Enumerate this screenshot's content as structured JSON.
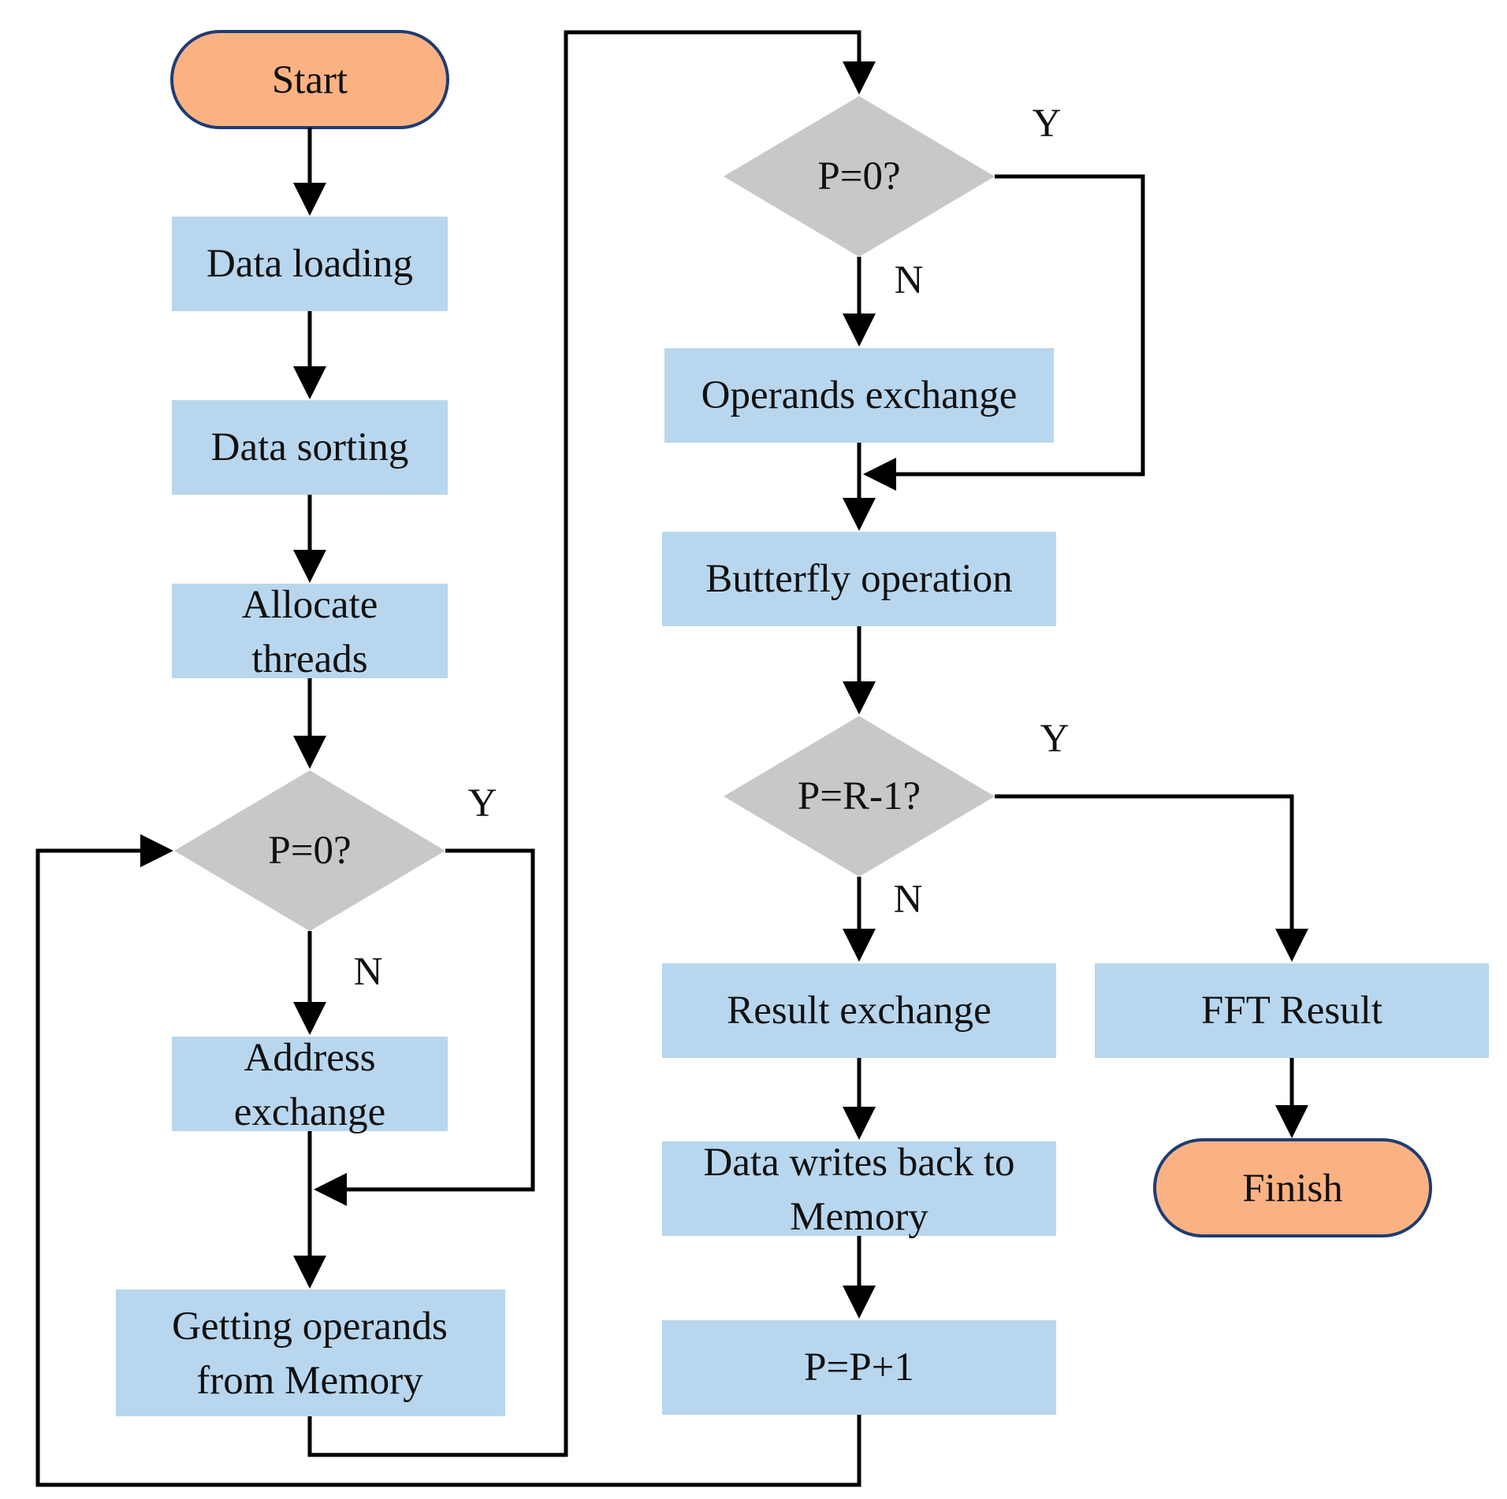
{
  "colors": {
    "terminal_fill": "#fbb283",
    "terminal_stroke": "#1f3c73",
    "process_fill": "#b8d7ee",
    "decision_fill": "#c8c8c8",
    "line": "#000000"
  },
  "nodes": {
    "start": {
      "label": "Start"
    },
    "data_loading": {
      "label": "Data loading"
    },
    "data_sorting": {
      "label": "Data sorting"
    },
    "allocate_threads": {
      "label_line1": "Allocate",
      "label_line2": "threads"
    },
    "decision_p0_left": {
      "label": "P=0?"
    },
    "address_exchange": {
      "label_line1": "Address",
      "label_line2": "exchange"
    },
    "getting_operands": {
      "label_line1": "Getting operands",
      "label_line2": "from Memory"
    },
    "decision_p0_right": {
      "label": "P=0?"
    },
    "operands_exchange": {
      "label": "Operands exchange"
    },
    "butterfly_operation": {
      "label": "Butterfly operation"
    },
    "decision_pr1": {
      "label": "P=R-1?"
    },
    "result_exchange": {
      "label": "Result exchange"
    },
    "data_writes_back": {
      "label_line1": "Data writes back to",
      "label_line2": "Memory"
    },
    "p_increment": {
      "label": "P=P+1"
    },
    "fft_result": {
      "label": "FFT Result"
    },
    "finish": {
      "label": "Finish"
    }
  },
  "edge_labels": {
    "left_yes": "Y",
    "left_no": "N",
    "right_yes": "Y",
    "right_no": "N",
    "pr1_yes": "Y",
    "pr1_no": "N"
  }
}
